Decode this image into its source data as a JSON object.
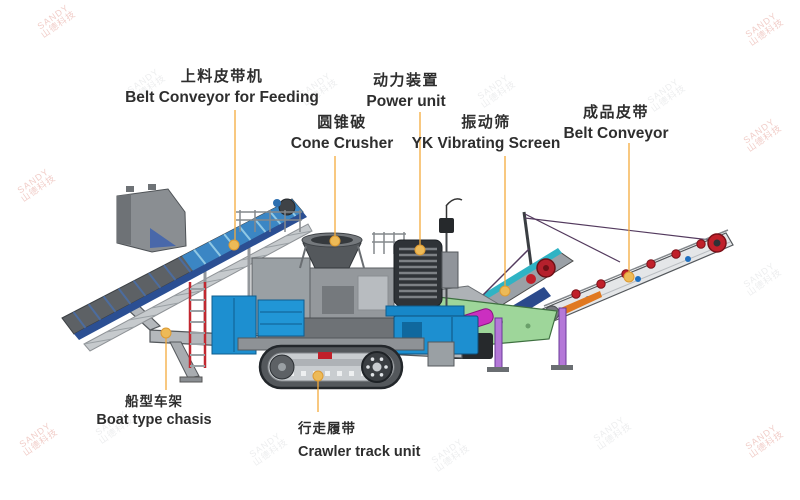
{
  "diagram": {
    "labels": {
      "feeding": {
        "cn": "上料皮带机",
        "en": "Belt Conveyor for Feeding"
      },
      "cone": {
        "cn": "圆锥破",
        "en": "Cone Crusher"
      },
      "power": {
        "cn": "动力装置",
        "en": "Power unit"
      },
      "screen": {
        "cn": "振动筛",
        "en": "YK Vibrating Screen"
      },
      "product": {
        "cn": "成品皮带",
        "en": "Belt Conveyor"
      },
      "chassis": {
        "cn": "船型车架",
        "en": "Boat type chasis"
      },
      "crawler": {
        "cn": "行走履带",
        "en": "Crawler track unit"
      }
    },
    "leader_color": "#f3aa3c"
  },
  "watermark": {
    "line1": "SANDY",
    "line2": "山德科技"
  },
  "colors": {
    "machine_blue": "#1d8fd0",
    "steel_blue": "#3a5fa5",
    "belt_gray": "#5d6165",
    "frame_gray": "#b4b8bc",
    "accent_orange": "#f3aa3c",
    "screen_teal": "#2fb3c4",
    "detail_red": "#c0202a",
    "detail_magenta": "#cb2fc0",
    "detail_green": "#9ed69a",
    "detail_purple": "#b478d8",
    "radiator_dark": "#2f3337"
  }
}
